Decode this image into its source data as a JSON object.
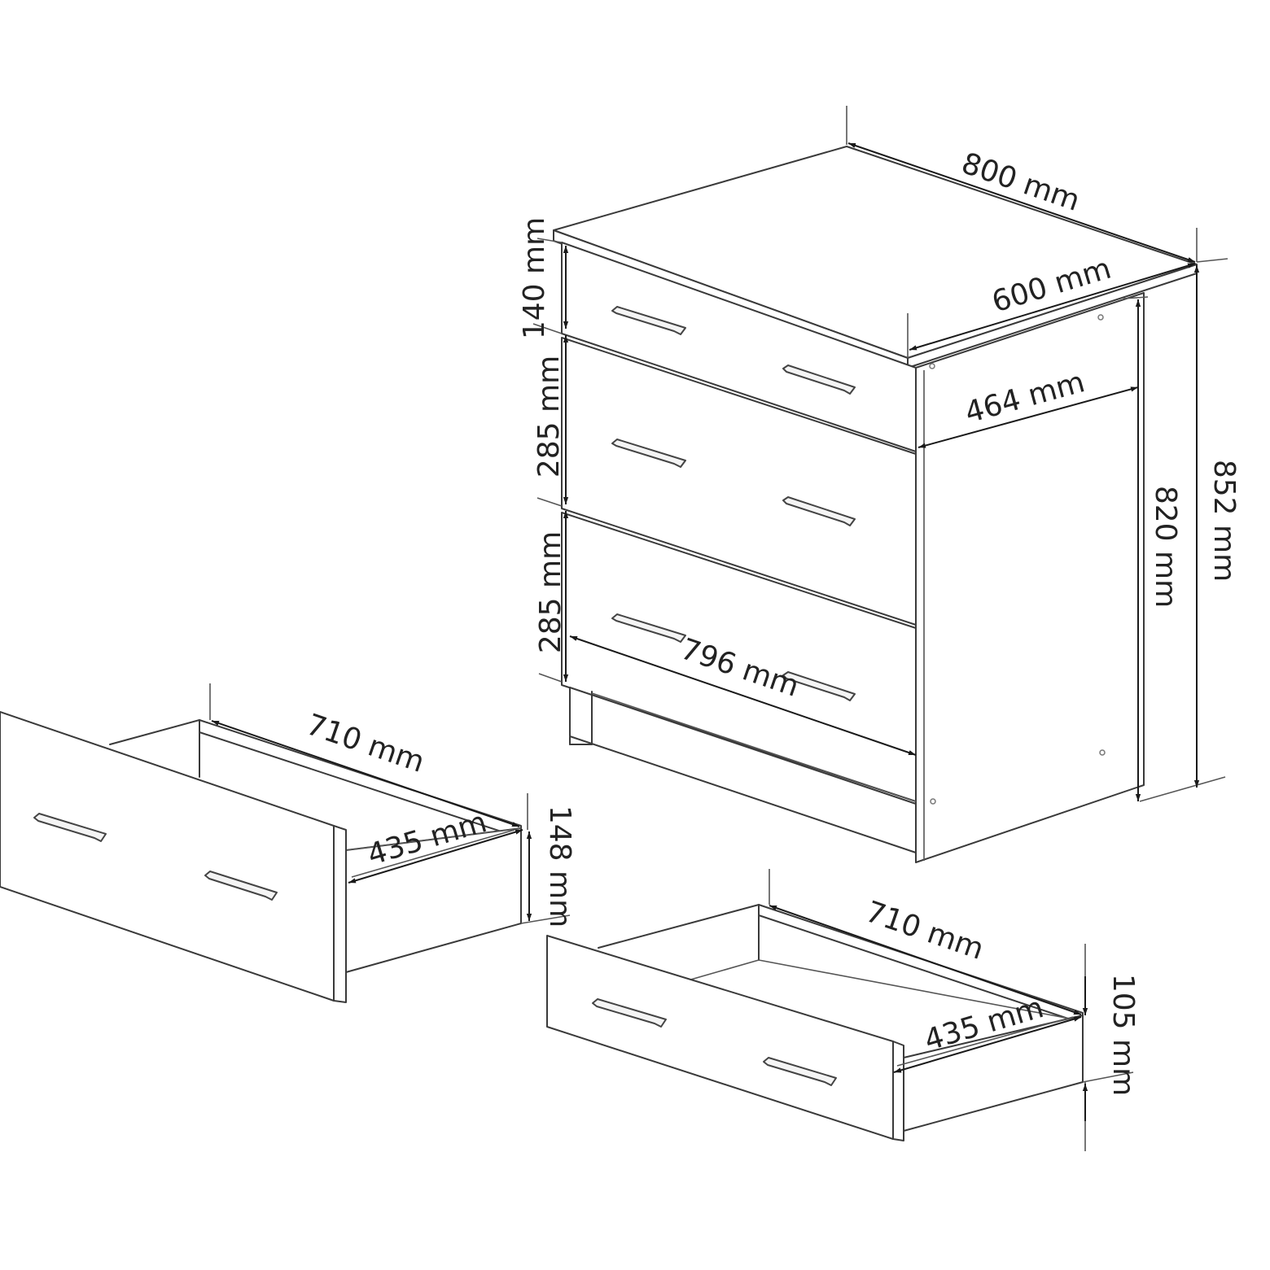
{
  "dimensions": {
    "width": "800 mm",
    "depth": "600 mm",
    "inner_depth": "464 mm",
    "top_drawer_height": "140 mm",
    "middle_drawer_height": "285 mm",
    "bottom_drawer_height": "285 mm",
    "front_width": "796 mm",
    "body_height": "820 mm",
    "total_height": "852 mm",
    "large_drawer_length": "710 mm",
    "large_drawer_depth": "435 mm",
    "large_drawer_height": "148 mm",
    "small_drawer_length": "710 mm",
    "small_drawer_depth": "435 mm",
    "small_drawer_height": "105 mm"
  },
  "colors": {
    "line": "#3a3a3a",
    "dimension": "#1a1a1a",
    "background": "#ffffff"
  }
}
